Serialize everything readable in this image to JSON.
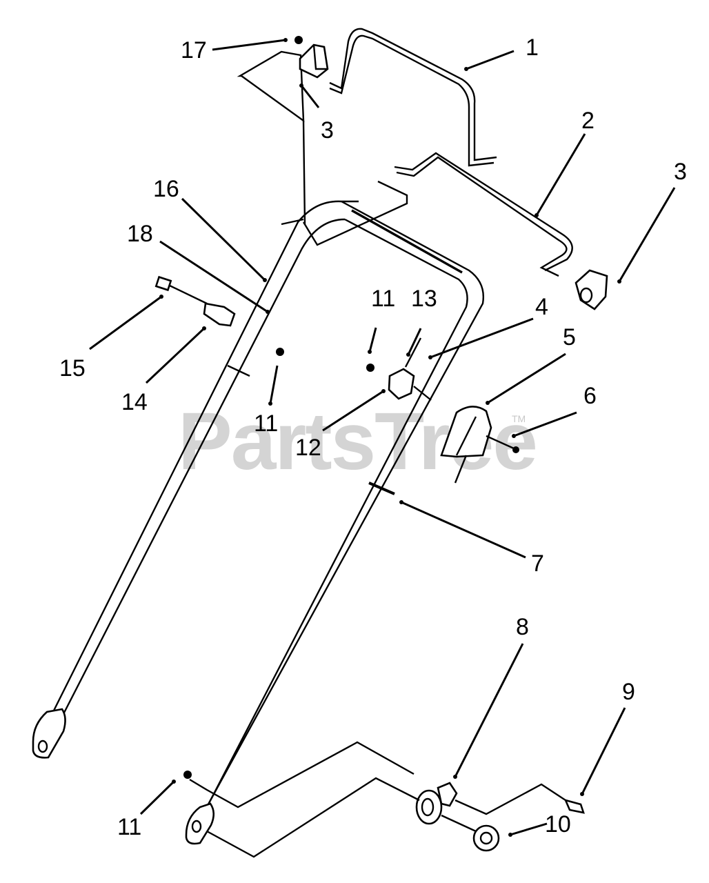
{
  "watermark": {
    "text": "PartsTree",
    "trademark": "TM"
  },
  "callouts": [
    {
      "id": "c1",
      "label": "1"
    },
    {
      "id": "c2",
      "label": "2"
    },
    {
      "id": "c3a",
      "label": "3"
    },
    {
      "id": "c3b",
      "label": "3"
    },
    {
      "id": "c4",
      "label": "4"
    },
    {
      "id": "c5",
      "label": "5"
    },
    {
      "id": "c6",
      "label": "6"
    },
    {
      "id": "c7",
      "label": "7"
    },
    {
      "id": "c8",
      "label": "8"
    },
    {
      "id": "c9",
      "label": "9"
    },
    {
      "id": "c10",
      "label": "10"
    },
    {
      "id": "c11a",
      "label": "11"
    },
    {
      "id": "c11b",
      "label": "11"
    },
    {
      "id": "c11c",
      "label": "11"
    },
    {
      "id": "c12",
      "label": "12"
    },
    {
      "id": "c13",
      "label": "13"
    },
    {
      "id": "c14",
      "label": "14"
    },
    {
      "id": "c15",
      "label": "15"
    },
    {
      "id": "c16",
      "label": "16"
    },
    {
      "id": "c17",
      "label": "17"
    },
    {
      "id": "c18",
      "label": "18"
    }
  ]
}
